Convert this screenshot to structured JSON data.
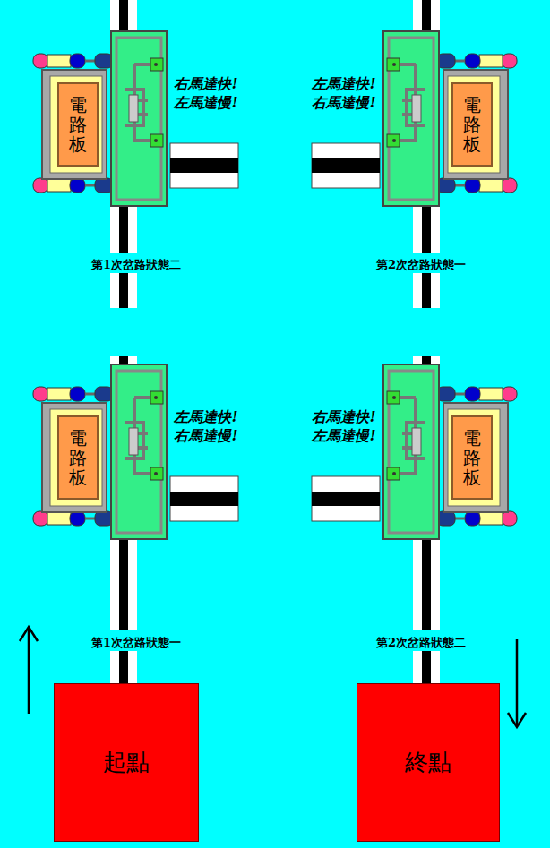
{
  "diagram": {
    "nodes": [
      {
        "text": [
          "電路板"
        ]
      },
      {
        "text": [
          "電路板"
        ]
      },
      {
        "text": [
          "電路板"
        ]
      },
      {
        "text": [
          "電路板"
        ]
      },
      {
        "text": [
          "起點"
        ]
      },
      {
        "text": [
          "終點"
        ]
      }
    ],
    "labels": [
      "右馬達快! 左馬達慢!",
      "左馬達快! 右馬達慢!",
      "第1次岔路狀態二",
      "第2次岔路狀態一",
      "左馬達快! 右馬達慢!",
      "右馬達快! 左馬達慢!",
      "第1次岔路狀態一",
      "第2次岔路狀態二"
    ]
  }
}
